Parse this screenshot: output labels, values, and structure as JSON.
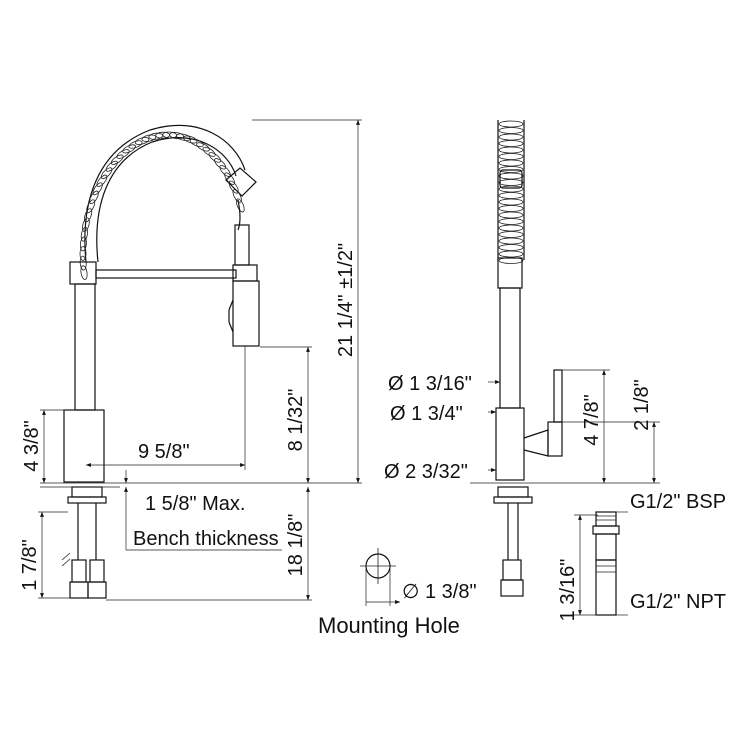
{
  "labels": {
    "total_height": "21 1/4\" ±1/2\"",
    "spout_reach": "9 5/8\"",
    "base_height": "4 3/8\"",
    "spout_height": "8 1/32\"",
    "below_height": "18 1/8\"",
    "bench_max": "1 5/8\" Max.",
    "bench_label": "Bench thickness",
    "hose_len": "1 7/8\"",
    "dia_top": "Ø 1 3/16\"",
    "dia_mid": "Ø 1 3/4\"",
    "dia_base": "Ø 2 3/32\"",
    "handle_h1": "4 7/8\"",
    "handle_h2": "2 1/8\"",
    "mount_dia": "∅ 1 3/8\"",
    "mount_label": "Mounting Hole",
    "bsp": "G1/2\" BSP",
    "npt": "G1/2\" NPT",
    "adapter_len": "1 3/16\""
  }
}
